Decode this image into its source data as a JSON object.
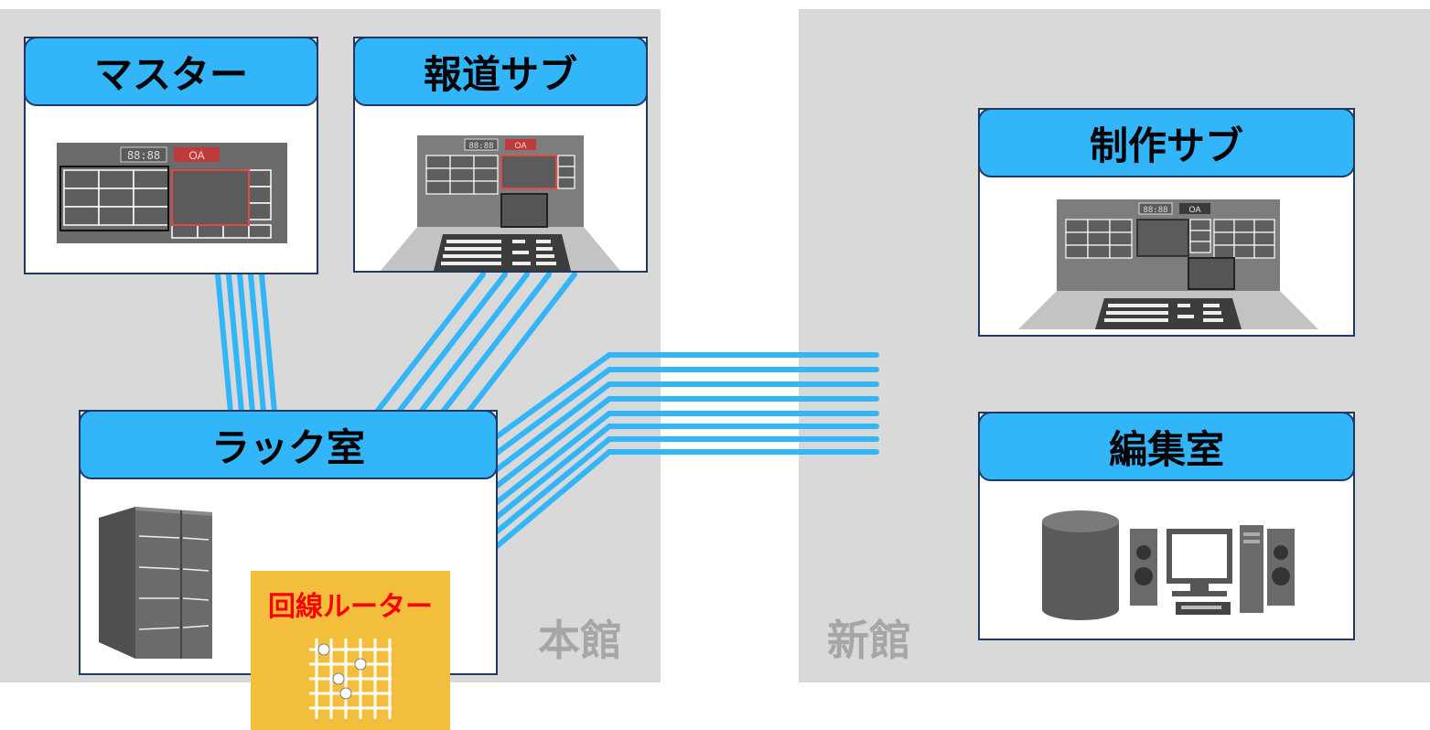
{
  "buildings": {
    "main": "本館",
    "new": "新館"
  },
  "rooms": {
    "master": {
      "title": "マスター",
      "clock": "88:88",
      "onair": "OA"
    },
    "news_sub": {
      "title": "報道サブ",
      "clock": "88:88",
      "onair": "OA"
    },
    "rack": {
      "title": "ラック室",
      "router_label": "回線ルーター"
    },
    "production_sub": {
      "title": "制作サブ",
      "clock": "88:88",
      "onair": "OA"
    },
    "editing": {
      "title": "編集室"
    }
  },
  "colors": {
    "building": "#d9d9d9",
    "room_header": "#33b5fa",
    "room_border": "#1f3864",
    "cable": "#33b5fa",
    "router_bg": "#f3be3b",
    "router_text": "#ff0000"
  }
}
